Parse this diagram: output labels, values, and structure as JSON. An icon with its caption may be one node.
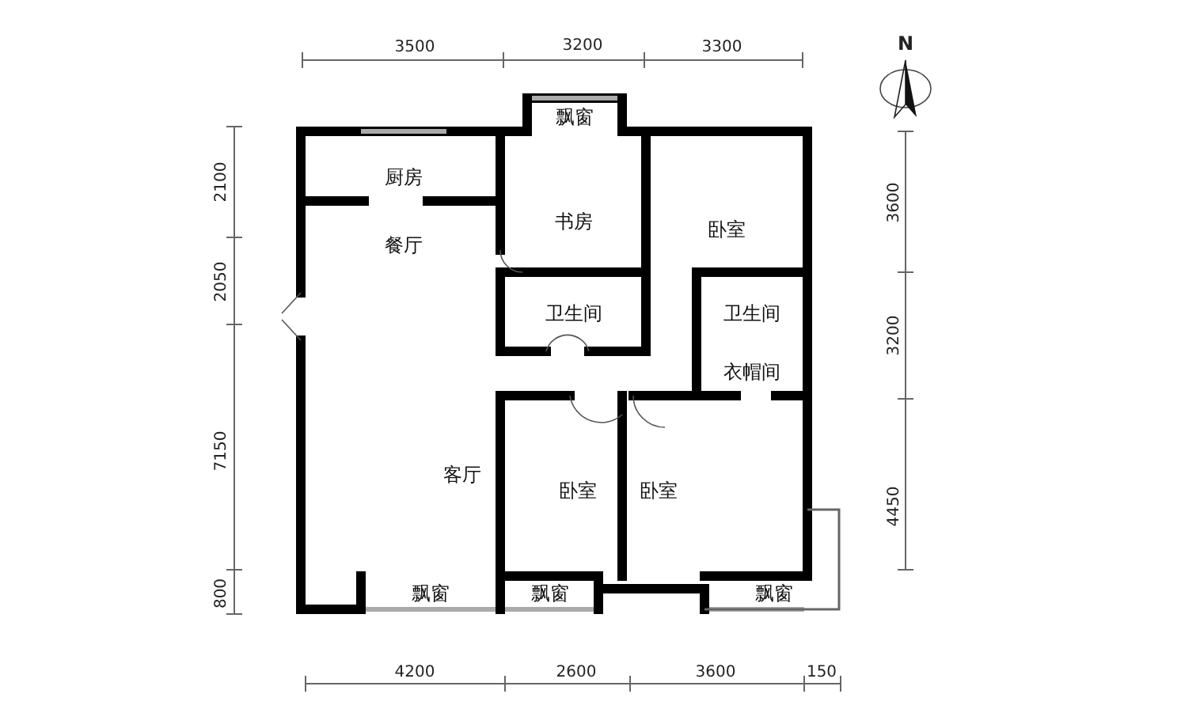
{
  "diagram": {
    "nodes": [
      {
        "text": [
          "飘窗"
        ]
      },
      {
        "text": [
          "厨房"
        ]
      },
      {
        "text": [
          "书房"
        ]
      },
      {
        "text": [
          "卧室"
        ]
      },
      {
        "text": [
          "餐厅"
        ]
      },
      {
        "text": [
          "卫生间"
        ]
      },
      {
        "text": [
          "卫生间"
        ]
      },
      {
        "text": [
          "衣帽间"
        ]
      },
      {
        "text": [
          "客厅"
        ]
      },
      {
        "text": [
          "卧室"
        ]
      },
      {
        "text": [
          "卧室"
        ]
      },
      {
        "text": [
          "飘窗"
        ]
      },
      {
        "text": [
          "飘窗"
        ]
      },
      {
        "text": [
          "飘窗"
        ]
      }
    ],
    "labels": [
      "3500",
      "3200",
      "3300",
      "N",
      "2100",
      "2050",
      "7150",
      "800",
      "3600",
      "3200",
      "4450",
      "4200",
      "2600",
      "3600",
      "150"
    ]
  }
}
